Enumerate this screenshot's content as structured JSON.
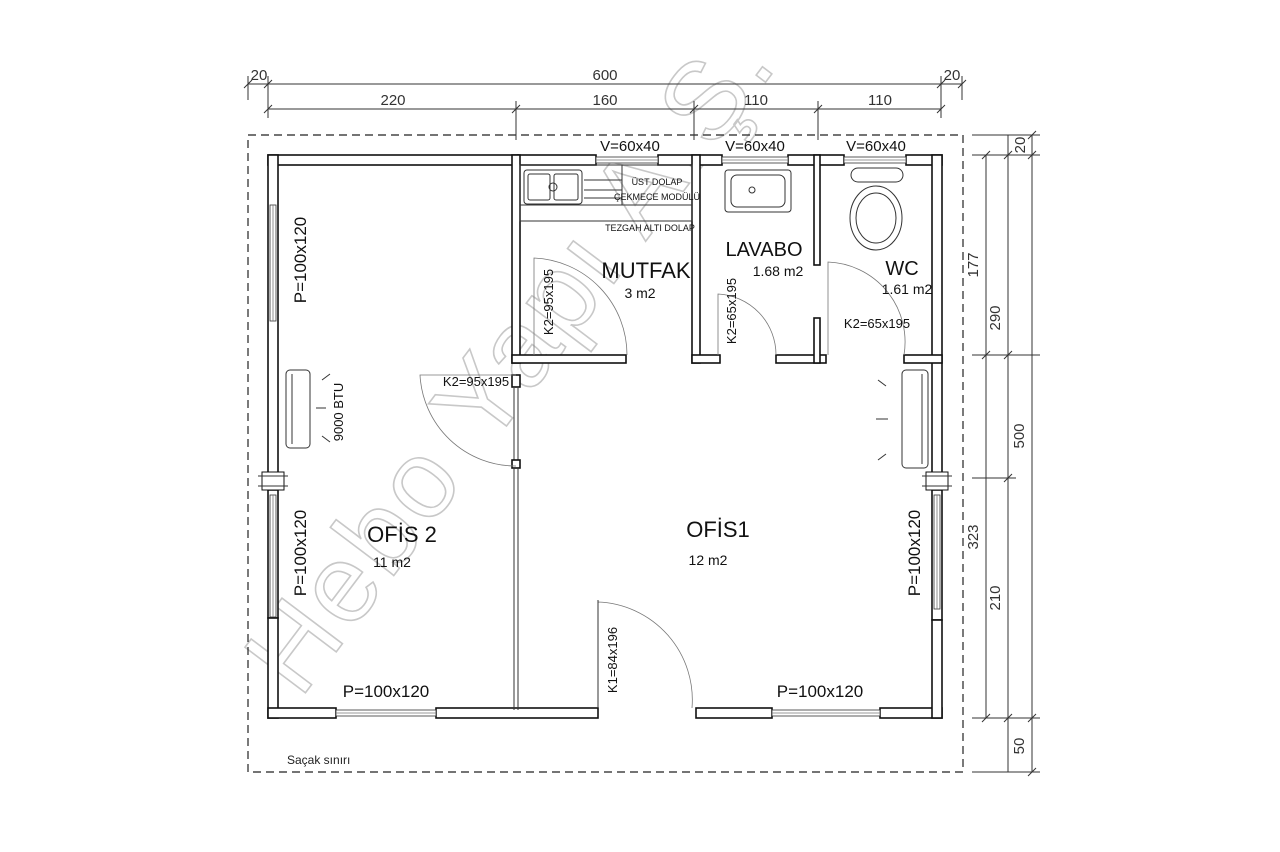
{
  "dimensions": {
    "top_total": "600",
    "top_left_offset": "20",
    "top_right_offset": "20",
    "segments": [
      "220",
      "160",
      "110",
      "110"
    ],
    "right_outer_top": "20",
    "right_inner_upper": "177",
    "right_290": "290",
    "right_500": "500",
    "right_323": "323",
    "right_210": "210",
    "right_bottom": "50"
  },
  "rooms": {
    "ofis2": {
      "name": "OFİS 2",
      "area": "11 m2"
    },
    "ofis1": {
      "name": "OFİS1",
      "area": "12 m2"
    },
    "mutfak": {
      "name": "MUTFAK",
      "area": "3 m2"
    },
    "lavabo": {
      "name": "LAVABO",
      "area": "1.68 m2"
    },
    "wc": {
      "name": "WC",
      "area": "1.61 m2"
    }
  },
  "windows": {
    "v_kitchen": "V=60x40",
    "v_lavabo": "V=60x40",
    "v_wc": "V=60x40",
    "p_left_upper": "P=100x120",
    "p_left_lower": "P=100x120",
    "p_bottom_left": "P=100x120",
    "p_bottom_right": "P=100x120",
    "p_right": "P=100x120"
  },
  "doors": {
    "k2_mutfak": "K2=95x195",
    "k2_lavabo": "K2=65x195",
    "k2_wc": "K2=65x195",
    "k2_ofis": "K2=95x195",
    "k1_entry": "K1=84x196"
  },
  "fixtures": {
    "ust_dolap": "ÜST DOLAP",
    "cekmece": "ÇEKMECE MODÜLÜ",
    "tezgah": "TEZGAH ALTI DOLAP",
    "ac": "9000 BTU"
  },
  "notes": {
    "eave": "Saçak sınırı"
  },
  "watermark": {
    "text": "Hebo Yapı A.Ş."
  }
}
